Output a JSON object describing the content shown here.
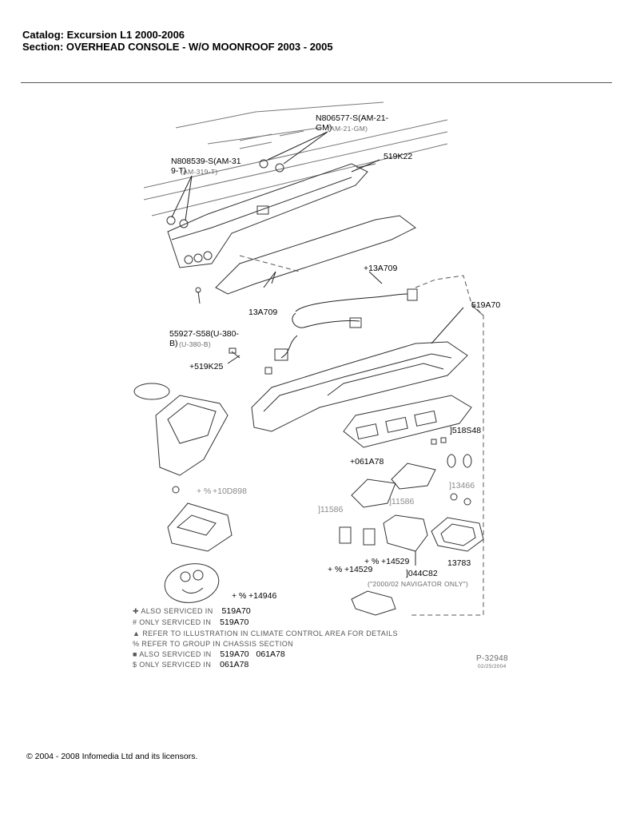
{
  "header": {
    "catalog": "Catalog: Excursion L1 2000-2006",
    "section": "Section: OVERHEAD CONSOLE - W/O MOONROOF 2003 - 2005"
  },
  "callouts": {
    "n806577_a": "N806577-S(AM-21-",
    "n806577_b": "GM)",
    "n806577_hand": "(AM-21-GM)",
    "k22": "519K22",
    "n808539_a": "N808539-S(AM-31",
    "n808539_b": "9-T)",
    "n808539_hand": "(AM-319-T)",
    "a709_top": "+13A709",
    "a709_left": "13A709",
    "a70": "519A70",
    "s58_a": "55927-S58(U-380-",
    "s58_b": "B)",
    "s58_hand": "(U-380-B)",
    "k25": "+519K25",
    "s48": "]518S48",
    "a78": "+061A78",
    "d898": "+10D898",
    "d898_prefix": "+ %",
    "j13466": "]13466",
    "j11586_left": "]11586",
    "j11586_mid": "]11586",
    "p14529_left": "+14529",
    "p14529_left_prefix": "+ %",
    "p14529_mid": "+14529",
    "p14529_mid_prefix": "+ %",
    "p13783": "13783",
    "c82": "]044C82",
    "navigator_note": "(\"2000/02 NAVIGATOR ONLY\")",
    "p14946": "+14946",
    "p14946_prefix": "+ %",
    "drawing_no": "P-32948",
    "drawing_date": "02/25/2004"
  },
  "legend": {
    "row1_symbol": "✚ ALSO SERVICED IN",
    "row1_part": "519A70",
    "row2_symbol": "# ONLY SERVICED IN",
    "row2_part": "519A70",
    "row3_text": "▲ REFER TO ILLUSTRATION IN CLIMATE CONTROL AREA FOR DETAILS",
    "row4_text": "% REFER TO GROUP IN CHASSIS SECTION",
    "row5_symbol": "■ ALSO SERVICED IN",
    "row5_part": "519A70",
    "row5_part2": "061A78",
    "row6_symbol": "$ ONLY SERVICED IN",
    "row6_part": "061A78"
  },
  "footer": {
    "copyright": "© 2004 - 2008 Infomedia Ltd and its licensors."
  }
}
